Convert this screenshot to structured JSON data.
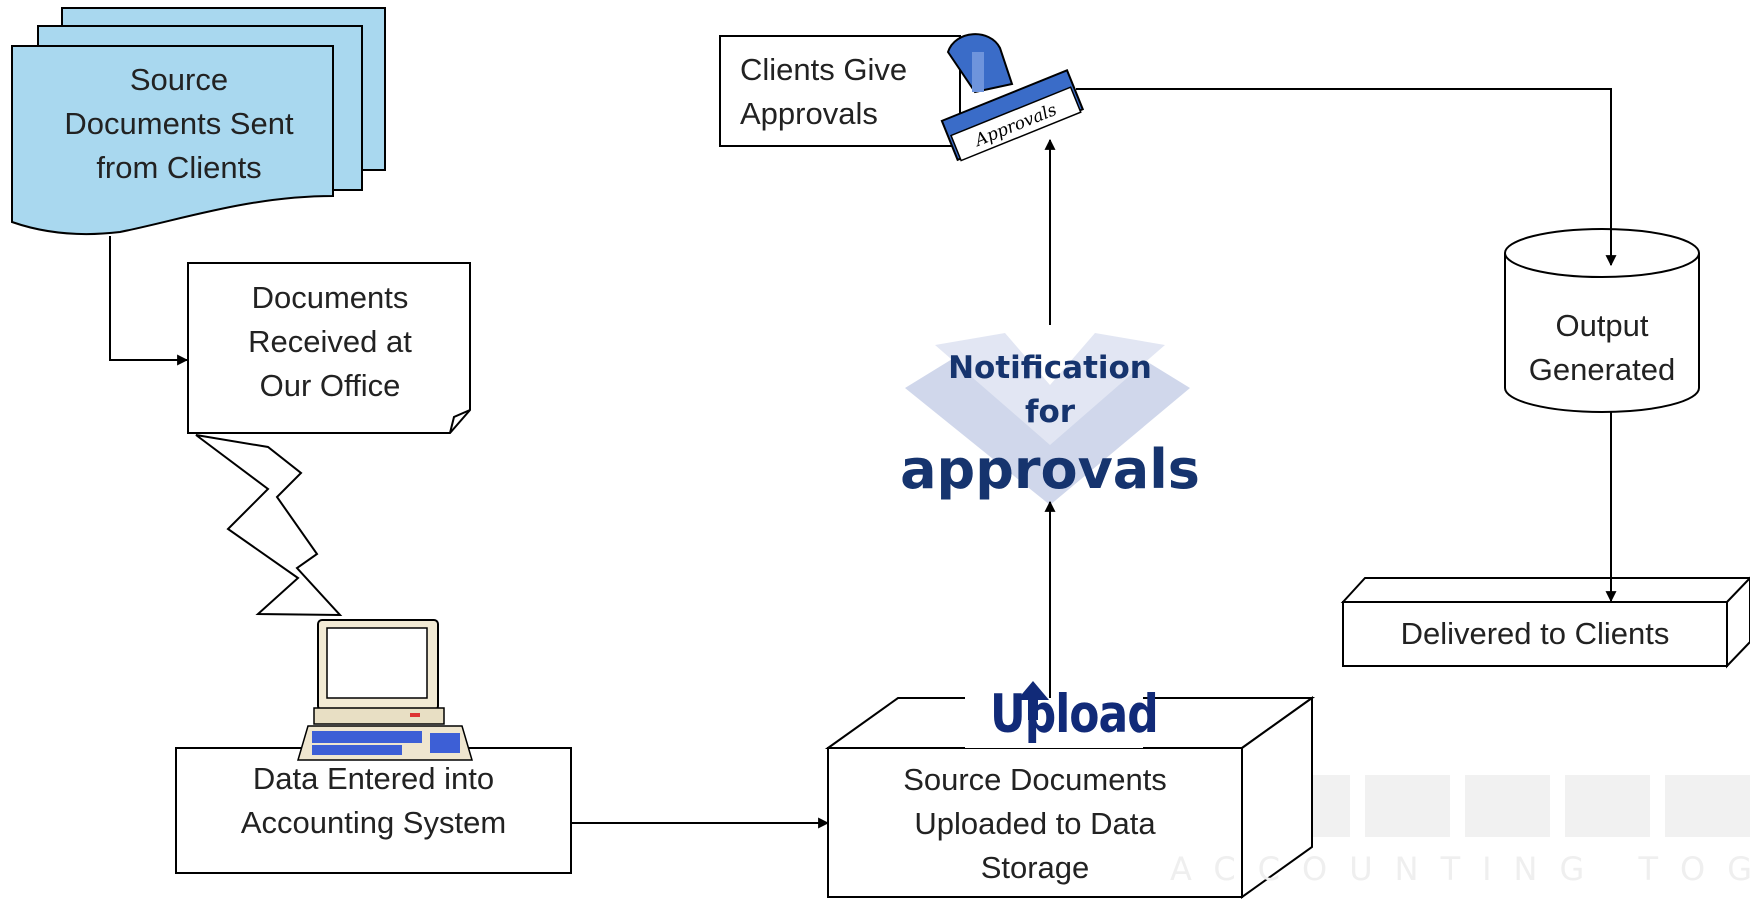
{
  "source_docs": [
    "Source",
    "Documents Sent",
    "from Clients"
  ],
  "received": [
    "Documents",
    "Received at",
    "Our Office"
  ],
  "data_entered": [
    "Data Entered into",
    "Accounting System"
  ],
  "uploaded": [
    "Source Documents",
    "Uploaded to Data",
    "Storage"
  ],
  "upload_label": "Upload",
  "notification": {
    "line1": "Notification",
    "line2": "for",
    "line3": "approvals"
  },
  "clients_approve": [
    "Clients Give",
    "Approvals"
  ],
  "stamp_label": "Approvals",
  "output": [
    "Output",
    "Generated"
  ],
  "delivered": "Delivered to Clients",
  "watermark": "ACCOUNTING TOGETHER",
  "colors": {
    "doc_fill": "#a9d8ef",
    "stamp_blue": "#3a6cc8",
    "chevron": "#cbd3e9",
    "text_dark_blue": "#16346e"
  }
}
